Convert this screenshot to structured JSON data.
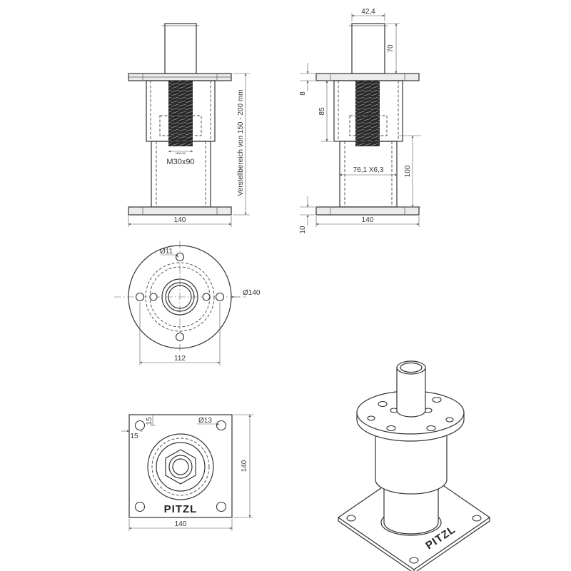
{
  "front_view": {
    "width_label": "140",
    "thread_label": "M30x90",
    "thread_small_label": "M30x90",
    "range_label": "Verstellbereich von 150 - 200 mm"
  },
  "side_view": {
    "pin_diameter_label": "42,4",
    "pin_height_label": "70",
    "plate_thickness_label": "8",
    "sleeve_height_label": "85",
    "tube_height_label": "100",
    "tube_label": "76,1 X6,3",
    "base_thickness_label": "10",
    "width_label": "140"
  },
  "top_view": {
    "hole_label": "Ø11",
    "diameter_label": "Ø140",
    "pitch_label": "112"
  },
  "bottom_view": {
    "offset_top_label": "15",
    "offset_left_label": "15",
    "hole_label": "Ø13",
    "height_label": "140",
    "width_label": "140",
    "brand_text": "PITZL"
  },
  "iso_view": {
    "brand_text": "PITZL"
  }
}
